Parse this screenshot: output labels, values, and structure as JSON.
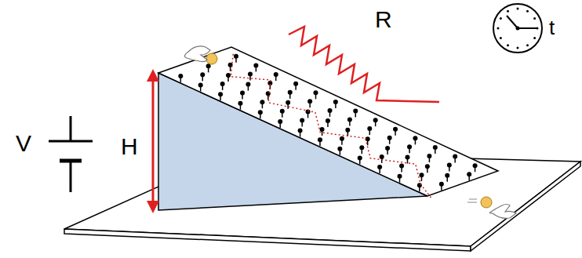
{
  "diagram": {
    "labels": [
      "V",
      "H",
      "R",
      "t"
    ]
  }
}
